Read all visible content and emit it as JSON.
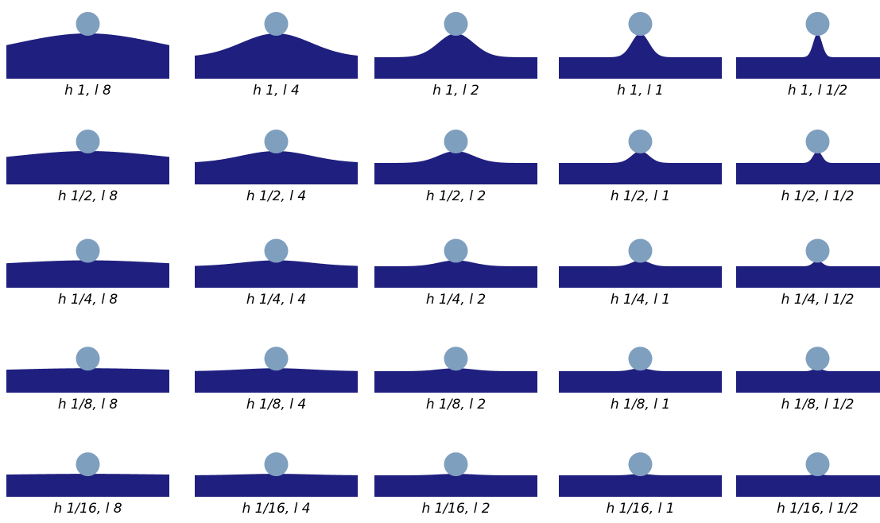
{
  "colors": {
    "surface": "#1f1f7f",
    "particle": "#7f9fbf",
    "background": "#ffffff",
    "caption": "#000000"
  },
  "rows": [
    {
      "height": 1,
      "cells": [
        {
          "width": 8,
          "label": "h 1, l 8"
        },
        {
          "width": 4,
          "label": "h 1, l 4"
        },
        {
          "width": 2,
          "label": "h 1, l 2"
        },
        {
          "width": 1,
          "label": "h 1, l 1"
        },
        {
          "width": 0.5,
          "label": "h 1, l 1/2"
        }
      ]
    },
    {
      "height": 0.5,
      "cells": [
        {
          "width": 8,
          "label": "h 1/2, l 8"
        },
        {
          "width": 4,
          "label": "h 1/2, l 4"
        },
        {
          "width": 2,
          "label": "h 1/2, l 2"
        },
        {
          "width": 1,
          "label": "h 1/2, l 1"
        },
        {
          "width": 0.5,
          "label": "h 1/2, l 1/2"
        }
      ]
    },
    {
      "height": 0.25,
      "cells": [
        {
          "width": 8,
          "label": "h 1/4, l 8"
        },
        {
          "width": 4,
          "label": "h 1/4, l 4"
        },
        {
          "width": 2,
          "label": "h 1/4, l 2"
        },
        {
          "width": 1,
          "label": "h 1/4, l 1"
        },
        {
          "width": 0.5,
          "label": "h 1/4, l 1/2"
        }
      ]
    },
    {
      "height": 0.125,
      "cells": [
        {
          "width": 8,
          "label": "h 1/8, l 8"
        },
        {
          "width": 4,
          "label": "h 1/8, l 4"
        },
        {
          "width": 2,
          "label": "h 1/8, l 2"
        },
        {
          "width": 1,
          "label": "h 1/8, l 1"
        },
        {
          "width": 0.5,
          "label": "h 1/8, l 1/2"
        }
      ]
    },
    {
      "height": 0.0625,
      "cells": [
        {
          "width": 8,
          "label": "h 1/16, l 8"
        },
        {
          "width": 4,
          "label": "h 1/16, l 4"
        },
        {
          "width": 2,
          "label": "h 1/16, l 2"
        },
        {
          "width": 1,
          "label": "h 1/16, l 1"
        },
        {
          "width": 0.5,
          "label": "h 1/16, l 1/2"
        }
      ]
    }
  ]
}
